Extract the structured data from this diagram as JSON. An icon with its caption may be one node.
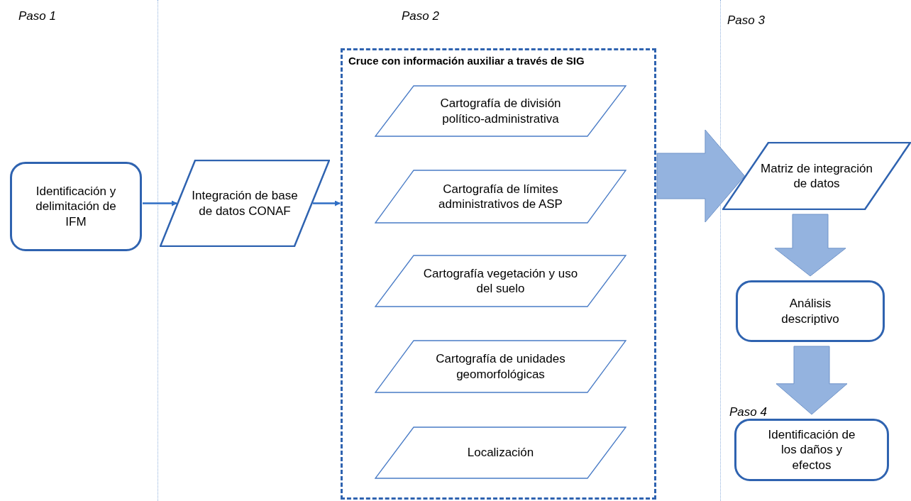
{
  "diagram": {
    "nodes": [
      {
        "text": [
          "Identificación y delimitación de IFM"
        ]
      },
      {
        "text": [
          "Integración de base de datos CONAF"
        ]
      },
      {
        "text": [
          "Cruce con información auxiliar a través de SIG"
        ]
      },
      {
        "text": [
          "Cartografía de división político-administrativa"
        ],
        "in": 2
      },
      {
        "text": [
          "Cartografía de límites administrativos de ASP"
        ],
        "in": 2
      },
      {
        "text": [
          "Cartografía vegetación y uso del suelo"
        ],
        "in": 2
      },
      {
        "text": [
          "Cartografía de unidades geomorfológicas"
        ],
        "in": 2
      },
      {
        "text": [
          "Localización"
        ],
        "in": 2
      },
      {
        "text": [
          "Matriz de integración de datos"
        ]
      },
      {
        "text": [
          "Análisis descriptivo"
        ]
      },
      {
        "text": [
          "Identificación de los daños y efectos"
        ],
        "beside": [
          "Paso 4"
        ]
      }
    ],
    "edges": [
      {
        "from": 0,
        "to": 1,
        "arrow": "to"
      },
      {
        "from": 1,
        "to": 2,
        "arrow": "to"
      },
      {
        "from": 2,
        "to": 8,
        "arrow": "to",
        "style": "thick",
        "color": "#94b3df"
      },
      {
        "from": 8,
        "to": 9,
        "arrow": "to",
        "style": "thick",
        "color": "#94b3df"
      },
      {
        "from": 9,
        "to": 10,
        "arrow": "to",
        "style": "thick",
        "color": "#94b3df"
      }
    ],
    "labels": [
      "Paso 1",
      "Paso 2",
      "Paso 3"
    ]
  }
}
